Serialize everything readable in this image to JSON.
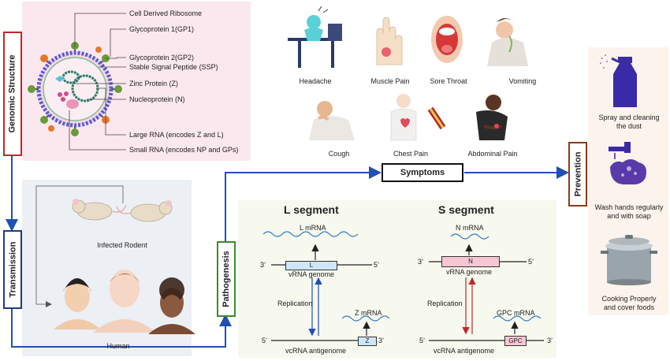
{
  "genomic": {
    "title": "Genomic Structure",
    "labels": [
      "Cell Derived Ribosome",
      "Glycoprotein 1(GP1)",
      "Glycoprotein 2(GP2)",
      "Stable Signal Peptide (SSP)",
      "Zinc Protein (Z)",
      "Nucleoprotein (N)",
      "Large RNA (encodes Z and L)",
      "Small RNA (encodes NP and GPs)"
    ]
  },
  "transmission": {
    "title": "Transmission",
    "rodent_label": "Infected Rodent",
    "human_label": "Human"
  },
  "pathogenesis": {
    "title": "Pathogenesis",
    "l_segment": {
      "title": "L segment",
      "mrna": "L mRNA",
      "gene": "L",
      "genome": "vRNA genome",
      "replication": "Replication",
      "z_mrna": "Z mRNA",
      "z_gene": "Z",
      "antigenome": "vcRNA antigenome",
      "end3": "3’",
      "end5": "5’"
    },
    "s_segment": {
      "title": "S segment",
      "mrna": "N mRNA",
      "gene": "N",
      "genome": "vRNA genome",
      "replication": "Replication",
      "gpc_mrna": "GPC mRNA",
      "gpc_gene": "GPC",
      "antigenome": "vcRNA antigenome",
      "end3": "3’",
      "end5": "5’"
    }
  },
  "symptoms": {
    "title": "Symptoms",
    "items": [
      "Headache",
      "Muscle Pain",
      "Sore Throat",
      "Vomiting",
      "Cough",
      "Chest Pain",
      "Abdominal Pain"
    ]
  },
  "prevention": {
    "title": "Prevention",
    "items": [
      "Spray and cleaning\nthe dust",
      "Wash hands regularly\nand with soap",
      "Cooking Properly\nand cover foods"
    ]
  },
  "colors": {
    "genomic_border": "#c0282d",
    "transmission_border": "#1e3a8a",
    "pathogenesis_border": "#3a8a2a",
    "prevention_border": "#8b3a1a",
    "arrow_blue": "#2050b0",
    "arrow_red": "#c0282d"
  }
}
